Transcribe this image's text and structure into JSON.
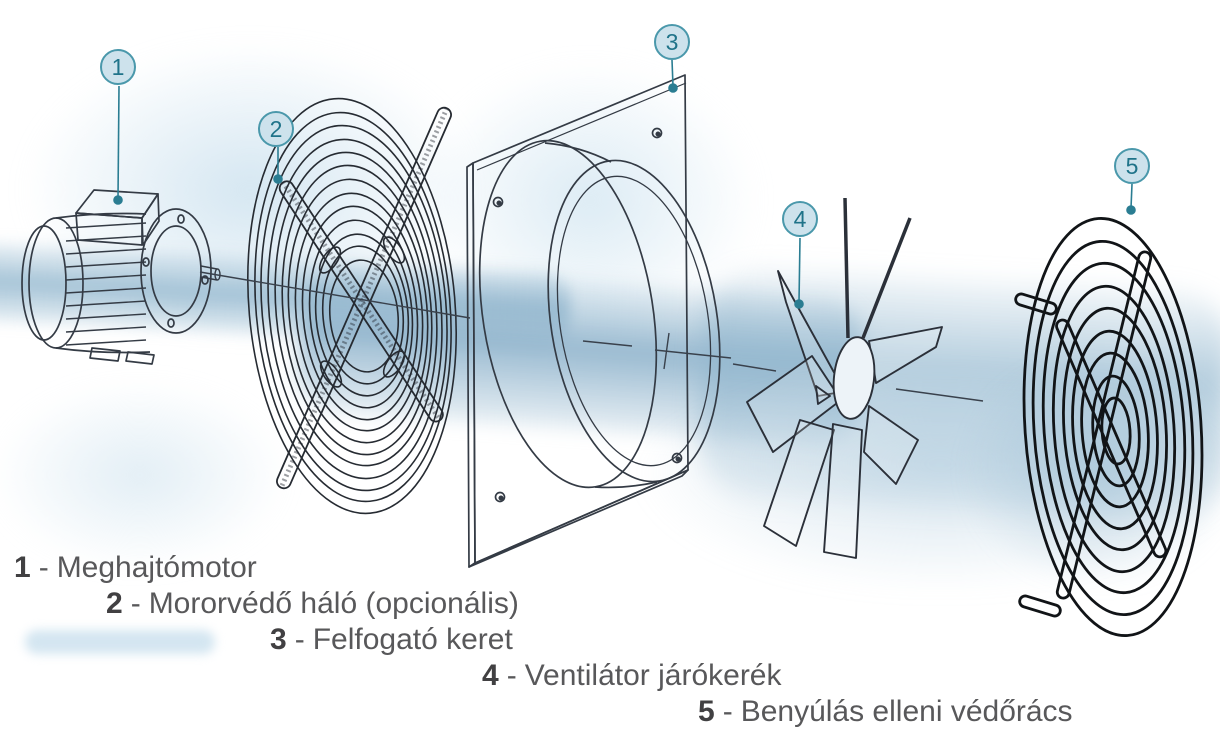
{
  "diagram": {
    "callouts": [
      {
        "number": "1",
        "label": "Meghajtómotor"
      },
      {
        "number": "2",
        "label": "Mororvédő háló (opcionális)"
      },
      {
        "number": "3",
        "label": "Felfogató keret"
      },
      {
        "number": "4",
        "label": "Ventilátor járókerék"
      },
      {
        "number": "5",
        "label": "Benyúlás elleni védőrács"
      }
    ],
    "separator": "-",
    "colors": {
      "callout_fill": "#cde2ec",
      "callout_border": "#4a98ab",
      "callout_text": "#1f7389",
      "leader_line": "#2a7d92",
      "line_art": "#343b45",
      "airflow_wash": "#8db2cb",
      "legend_text": "#58585a",
      "legend_number": "#414042"
    }
  }
}
